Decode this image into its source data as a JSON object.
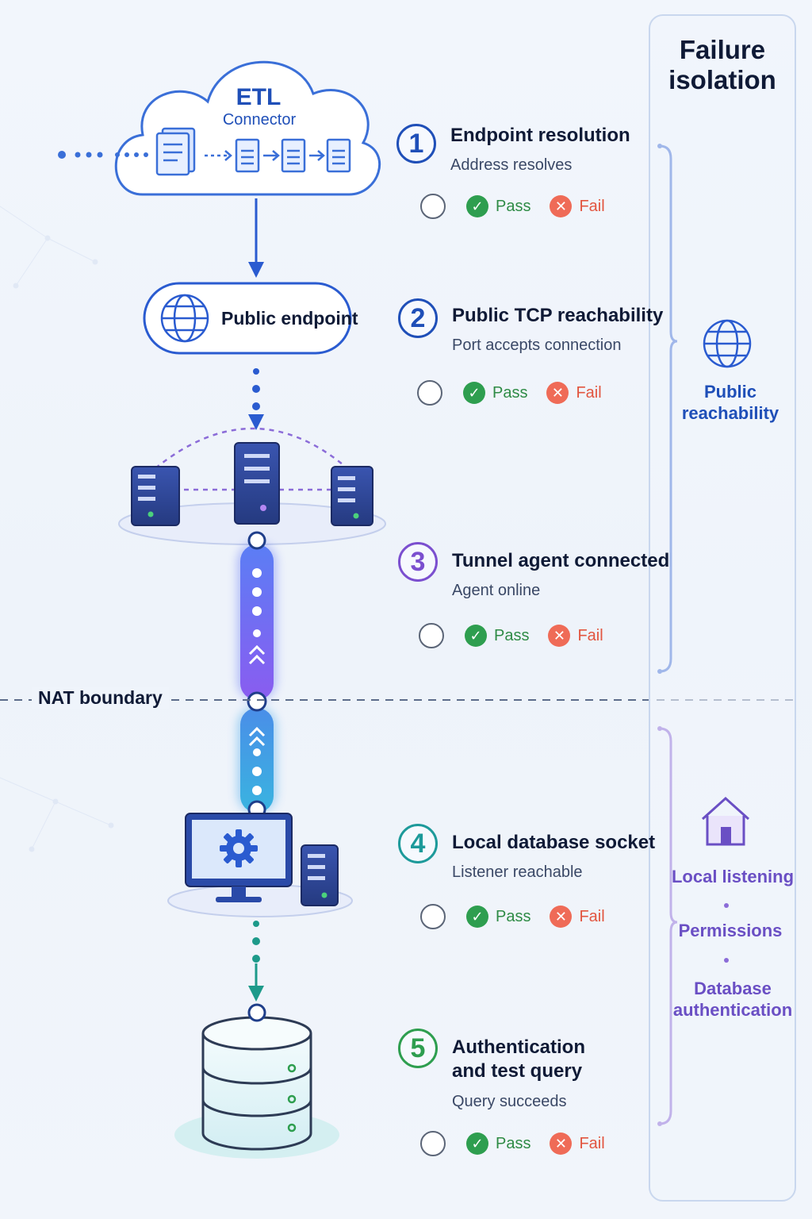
{
  "connector": {
    "title": "ETL",
    "subtitle": "Connector"
  },
  "endpoint": {
    "label": "Public endpoint"
  },
  "nat_label": "NAT boundary",
  "steps": [
    {
      "number": "1",
      "title": "Endpoint resolution",
      "subtitle": "Address resolves",
      "color": "#1f4fb8",
      "pass": "Pass",
      "fail": "Fail"
    },
    {
      "number": "2",
      "title": "Public TCP reachability",
      "subtitle": "Port accepts connection",
      "color": "#1f4fb8",
      "pass": "Pass",
      "fail": "Fail"
    },
    {
      "number": "3",
      "title": "Tunnel agent connected",
      "subtitle": "Agent online",
      "color": "#7b4fcf",
      "pass": "Pass",
      "fail": "Fail"
    },
    {
      "number": "4",
      "title": "Local database socket",
      "subtitle": "Listener reachable",
      "color": "#1d9a9a",
      "pass": "Pass",
      "fail": "Fail"
    },
    {
      "number": "5",
      "title_line1": "Authentication",
      "title_line2": "and test query",
      "subtitle": "Query succeeds",
      "color": "#2e9e4f",
      "pass": "Pass",
      "fail": "Fail"
    }
  ],
  "panel": {
    "title_line1": "Failure",
    "title_line2": "isolation",
    "group1": {
      "line1": "Public",
      "line2": "reachability",
      "icon": "globe-icon"
    },
    "group2": {
      "items": [
        "Local listening",
        "Permissions"
      ],
      "db_line1": "Database",
      "db_line2": "authentication",
      "icon": "house-icon"
    }
  },
  "colors": {
    "blue": "#1f4fb8",
    "purple": "#7b4fcf",
    "teal": "#1d9a9a",
    "green": "#2e9e4f",
    "fail": "#ef6b57"
  }
}
